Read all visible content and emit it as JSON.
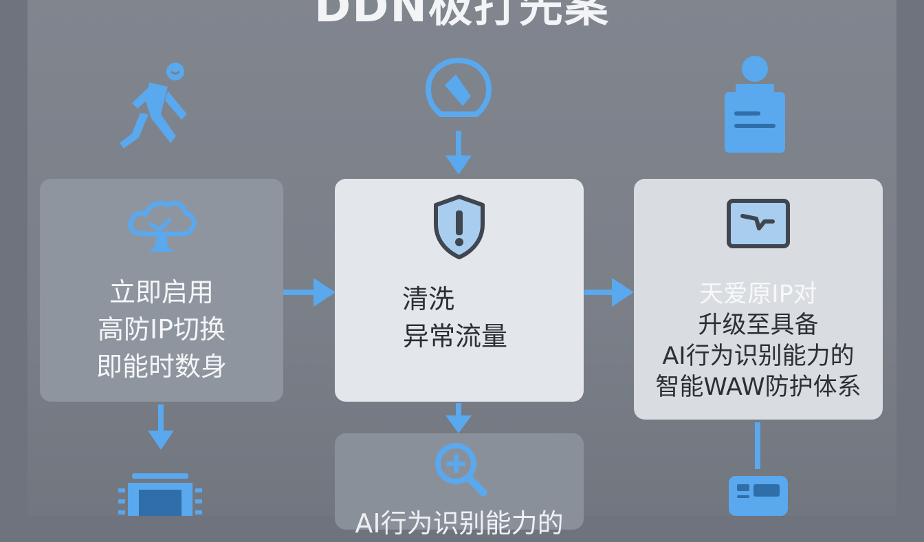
{
  "title": "DDN极打先案",
  "colors": {
    "accent": "#5aa8ee",
    "box_dark": "#8f959e",
    "box_light": "#e3e6ea"
  },
  "icons": {
    "top_left": "walking-person-icon",
    "top_mid": "gauge-icon",
    "top_right": "user-clipboard-icon",
    "box_left": "cloud-tree-icon",
    "box_mid": "shield-alert-icon",
    "box_right": "monitor-icon",
    "box_bottom": "zoom-in-icon",
    "bottom_left": "chip-icon",
    "bottom_right": "device-icon"
  },
  "boxes": {
    "left": {
      "lines": [
        "立即启用",
        "高防IP切换",
        "即能时数身"
      ]
    },
    "middle": {
      "lines": [
        "清洗",
        "异常流量"
      ]
    },
    "right": {
      "lines": [
        "天爱原IP对",
        "升级至具备",
        "AI行为识别能力的",
        "智能WAW防护体系"
      ]
    },
    "bottom": {
      "lines": [
        "AI行为识别能力的"
      ]
    }
  }
}
